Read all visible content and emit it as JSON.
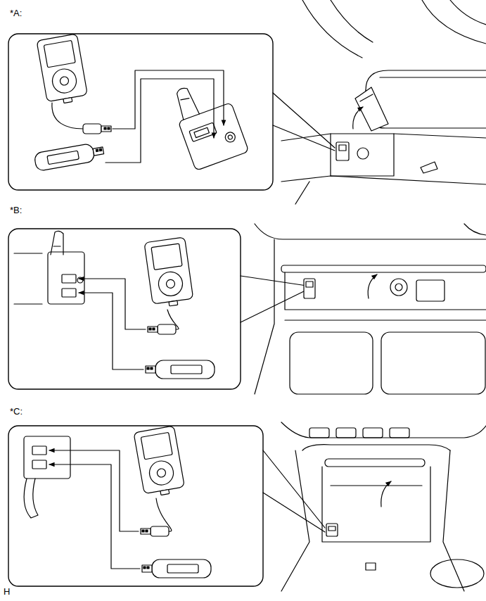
{
  "diagram": {
    "labels": [
      "*A:",
      "*B:",
      "*C:",
      "H"
    ]
  }
}
